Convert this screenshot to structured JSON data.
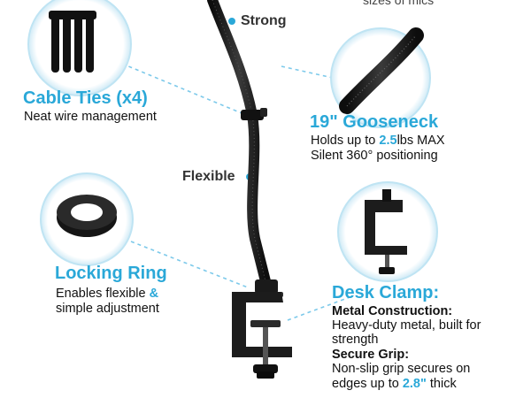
{
  "top_cut_text": "sizes of mics",
  "labels": {
    "strong": "Strong",
    "flexible": "Flexible"
  },
  "cable_ties": {
    "title": "Cable Ties (x4)",
    "subtitle": "Neat wire management"
  },
  "gooseneck": {
    "title": "19\" Gooseneck",
    "line1_prefix": "Holds up to ",
    "line1_highlight": "2.5",
    "line1_suffix": "lbs MAX",
    "line2": "Silent 360° positioning"
  },
  "locking_ring": {
    "title": "Locking Ring",
    "line1_prefix": "Enables flexible ",
    "line1_highlight": "&",
    "line2": "simple adjustment"
  },
  "desk_clamp": {
    "title": "Desk Clamp:",
    "h1": "Metal Construction:",
    "l1": "Heavy-duty metal, built for",
    "l2": "strength",
    "h2": "Secure Grip:",
    "l3": "Non-slip grip secures on",
    "l4_prefix": "edges up to ",
    "l4_highlight": "2.8\"",
    "l4_suffix": " thick"
  },
  "colors": {
    "accent": "#2aa8d8",
    "text": "#111111",
    "product": "#1a1a1a"
  },
  "icons": [
    "cable-ties-icon",
    "gooseneck-closeup-icon",
    "locking-ring-icon",
    "desk-clamp-icon"
  ]
}
